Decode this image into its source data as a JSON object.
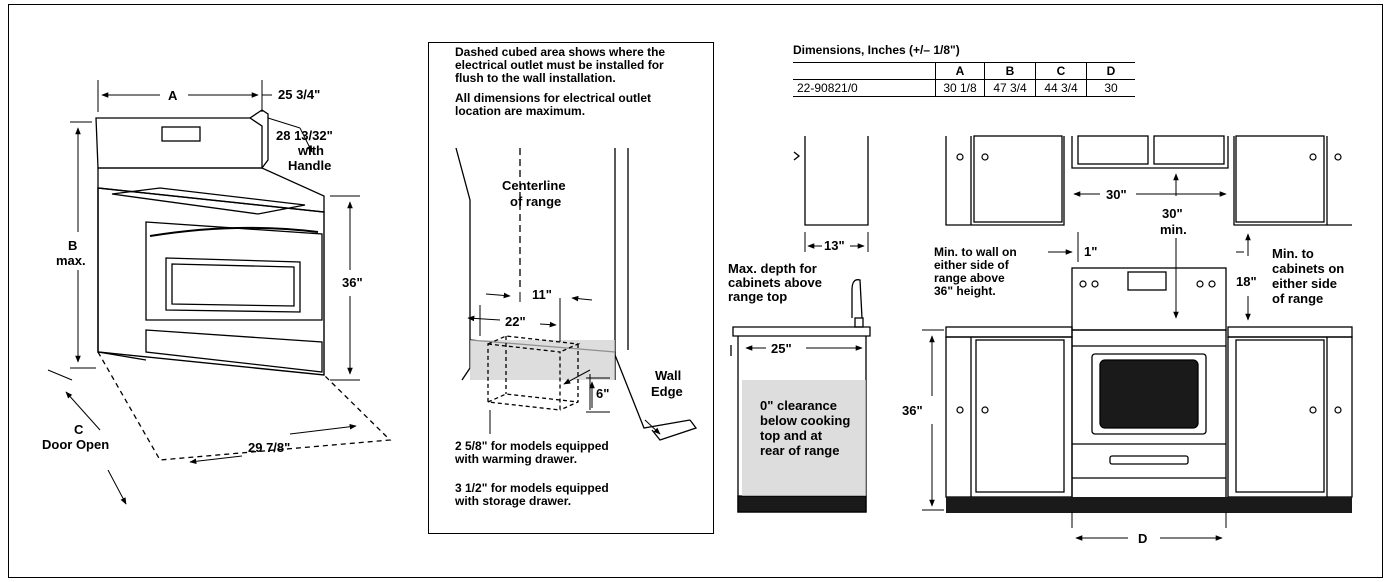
{
  "left": {
    "label_a": "A",
    "label_depth": "25 3/4\"",
    "label_handle": [
      "28 13/32\"",
      "with",
      "Handle"
    ],
    "label_b": [
      "B",
      "max."
    ],
    "label_36": "36\"",
    "label_c": [
      "C",
      "Door Open"
    ],
    "label_width": "29 7/8\""
  },
  "center": {
    "note_top": [
      "Dashed cubed area shows where the",
      "electrical outlet must be installed for",
      "flush to the wall installation."
    ],
    "note_max": [
      "All dimensions for electrical outlet",
      "location are maximum."
    ],
    "centerline": [
      "Centerline",
      "of range"
    ],
    "label_11": "11\"",
    "label_22": "22\"",
    "label_6": "6\"",
    "label_wall": [
      "Wall",
      "Edge"
    ],
    "note_warming": [
      "2 5/8\" for models equipped",
      "with warming drawer."
    ],
    "note_storage": [
      "3 1/2\" for models equipped",
      "with storage drawer."
    ]
  },
  "table": {
    "title": "Dimensions, Inches  (+/– 1/8\")",
    "headers": [
      "",
      "A",
      "B",
      "C",
      "D"
    ],
    "rows": [
      [
        "22-90821/0",
        "30 1/8",
        "47 3/4",
        "44 3/4",
        "30"
      ]
    ]
  },
  "side": {
    "label_13": "13\"",
    "note_depth": [
      "Max. depth for",
      "cabinets above",
      "range top"
    ],
    "label_25": "25\"",
    "note_clearance": [
      "0\" clearance",
      "below cooking",
      "top and at",
      "rear of range"
    ]
  },
  "front": {
    "label_30w": "30\"",
    "label_30min": [
      "30\"",
      "min."
    ],
    "label_1": "1\"",
    "note_wall": [
      "Min. to wall on",
      "either side of",
      "range above",
      "36\" height."
    ],
    "label_18": "18\"",
    "note_cab": [
      "Min. to",
      "cabinets on",
      "either side",
      "of range"
    ],
    "label_36": "36\"",
    "label_d": "D"
  }
}
